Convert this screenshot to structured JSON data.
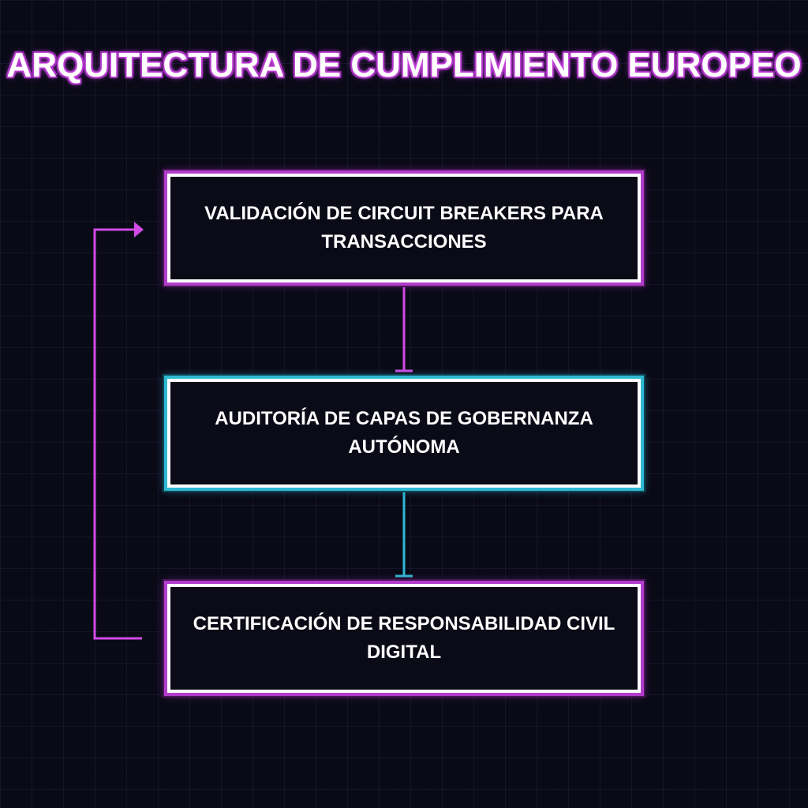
{
  "diagram": {
    "title": "ARQUITECTURA DE CUMPLIMIENTO EUROPEO",
    "nodes": [
      {
        "id": "n1",
        "label": "VALIDACIÓN DE CIRCUIT BREAKERS PARA TRANSACCIONES",
        "accent": "#b23ccc"
      },
      {
        "id": "n2",
        "label": "AUDITORÍA DE CAPAS DE GOBERNANZA AUTÓNOMA",
        "accent": "#2fb9d3"
      },
      {
        "id": "n3",
        "label": "CERTIFICACIÓN DE RESPONSABILIDAD CIVIL DIGITAL",
        "accent": "#b23ccc"
      }
    ],
    "edges": [
      {
        "from": "n1",
        "to": "n2",
        "color": "#d24ae6"
      },
      {
        "from": "n2",
        "to": "n3",
        "color": "#2fb9d3"
      },
      {
        "from": "n3",
        "to": "n1",
        "color": "#d24ae6"
      }
    ],
    "colors": {
      "background": "#0a0a17",
      "magenta": "#d24ae6",
      "cyan": "#2fb9d3",
      "text": "#ffffff"
    }
  }
}
